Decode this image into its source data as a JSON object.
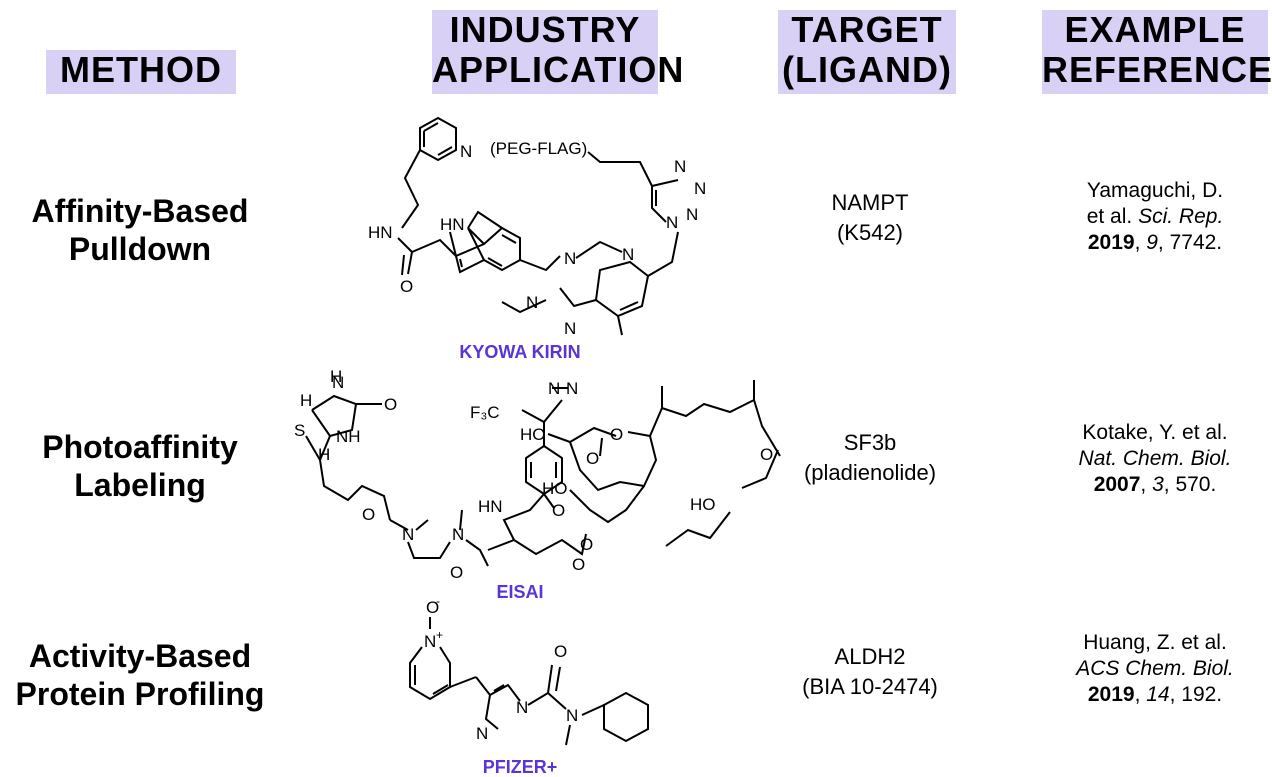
{
  "headers": {
    "method": [
      "METHOD"
    ],
    "industry": [
      "INDUSTRY",
      "APPLICATION"
    ],
    "target": [
      "TARGET",
      "(LIGAND)"
    ],
    "reference": [
      "EXAMPLE",
      "REFERENCE"
    ]
  },
  "colors": {
    "header_bg": "#d9d0f5",
    "company": "#5b33d6"
  },
  "rows": [
    {
      "method": [
        "Affinity-Based",
        "Pulldown"
      ],
      "company": "KYOWA KIRIN",
      "structure_labels": {
        "tag": "(PEG-FLAG)"
      },
      "target": [
        "NAMPT",
        "(K542)"
      ],
      "ref": {
        "authors": "Yamaguchi, D.",
        "etal": "et al.",
        "journal": "Sci. Rep.",
        "year": "2019",
        "volume": "9",
        "page": "7742."
      }
    },
    {
      "method": [
        "Photoaffinity",
        "Labeling"
      ],
      "company": "EISAI",
      "target": [
        "SF3b",
        "(pladienolide)"
      ],
      "ref": {
        "authors": "Kotake, Y. et al.",
        "journal": "Nat. Chem. Biol.",
        "year": "2007",
        "volume": "3",
        "page": "570."
      }
    },
    {
      "method": [
        "Activity-Based",
        "Protein Profiling"
      ],
      "company": "PFIZER+",
      "target": [
        "ALDH2",
        "(BIA 10-2474)"
      ],
      "ref": {
        "authors": "Huang, Z. et al.",
        "journal": "ACS Chem. Biol.",
        "year": "2019",
        "volume": "14",
        "page": "192."
      }
    }
  ]
}
